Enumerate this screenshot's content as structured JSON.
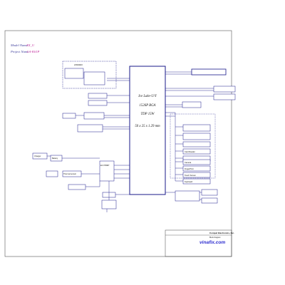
{
  "header": {
    "model_label": "Model Name:",
    "model_value": "XX_U",
    "project_label": "Project Name:",
    "project_value": "LA-K61P"
  },
  "cpu": {
    "line1": "Ice Lake-U/Y",
    "line2": "1526P BGA",
    "line3": "TDP 15W",
    "line4": "50 x 25 x 1.29 mm"
  },
  "left_blocks": [
    {
      "id": "ddr-group",
      "label": "LPDDR4X",
      "page": ""
    },
    {
      "id": "mem-b",
      "label": "",
      "page": ""
    },
    {
      "id": "mem-c",
      "label": "",
      "page": ""
    },
    {
      "id": "emmc-ssd",
      "label": "",
      "page": ""
    },
    {
      "id": "audio-codec",
      "label": "",
      "page": ""
    },
    {
      "id": "spk",
      "label": "",
      "page": ""
    },
    {
      "id": "tpm",
      "label": "",
      "page": ""
    },
    {
      "id": "charger",
      "label": "Charger",
      "page": ""
    },
    {
      "id": "battery",
      "label": "Battery",
      "page": ""
    },
    {
      "id": "thermal",
      "label": "Thermal sensor",
      "page": ""
    },
    {
      "id": "ec",
      "label": "EC IT8987",
      "page": ""
    },
    {
      "id": "kbd",
      "label": "",
      "page": ""
    },
    {
      "id": "lid",
      "label": "",
      "page": ""
    },
    {
      "id": "smbus",
      "label": "",
      "page": ""
    }
  ],
  "right_blocks": [
    {
      "id": "edp-panel",
      "label": "",
      "page": ""
    },
    {
      "id": "hdmi",
      "label": "",
      "page": ""
    },
    {
      "id": "usb3-a",
      "label": "",
      "page": ""
    },
    {
      "id": "usb-group",
      "label": "",
      "page": ""
    },
    {
      "id": "usb-c1",
      "label": "",
      "page": ""
    },
    {
      "id": "usb-c2",
      "label": "",
      "page": ""
    },
    {
      "id": "typec-pd",
      "label": "",
      "page": ""
    },
    {
      "id": "card-reader",
      "label": "Card Reader",
      "page": ""
    },
    {
      "id": "bt",
      "label": "",
      "page": ""
    },
    {
      "id": "camera",
      "label": "Camera",
      "page": ""
    },
    {
      "id": "fingerprint",
      "label": "FingerPrint",
      "page": ""
    },
    {
      "id": "touch-screen",
      "label": "Touch Screen",
      "page": ""
    },
    {
      "id": "keyboard",
      "label": "Keyboard",
      "page": ""
    },
    {
      "id": "tpm2",
      "label": "",
      "page": ""
    },
    {
      "id": "ssd",
      "label": "",
      "page": ""
    }
  ],
  "title_block": {
    "brand": "vinafix.com",
    "company": "Compal Electronics, Inc.",
    "sheet_title": "Block Diagram"
  },
  "colors": {
    "line": "#1a1a8a",
    "box": "#1a1a8a",
    "accent": "#c0249a",
    "frame": "#444444"
  }
}
